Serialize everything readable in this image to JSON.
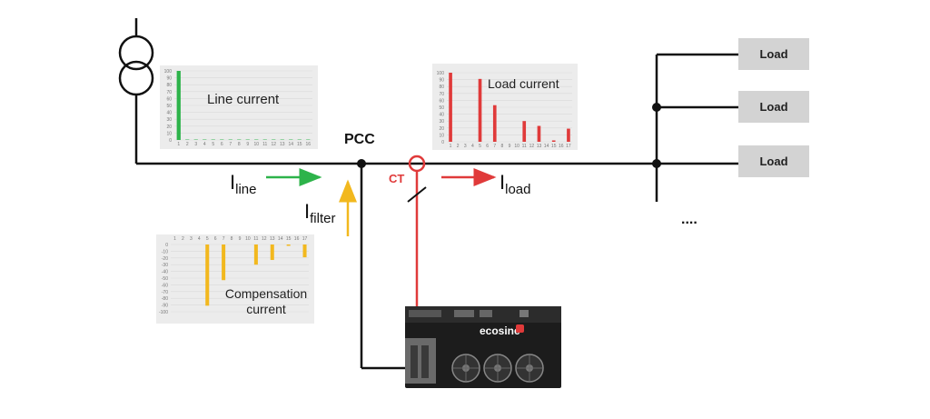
{
  "labels": {
    "pcc": "PCC",
    "ct": "CT",
    "i_line_main": "I",
    "i_line_sub": "line",
    "i_filter_main": "I",
    "i_filter_sub": "filter",
    "i_load_main": "I",
    "i_load_sub": "load",
    "ellipsis": "....",
    "device_brand": "ecosine"
  },
  "loads": [
    "Load",
    "Load",
    "Load"
  ],
  "colors": {
    "line_current": "#2db34a",
    "load_current": "#e03a3a",
    "compensation_current": "#f2b81e",
    "panel_bg": "#ececec",
    "load_box": "#d3d3d3",
    "wire": "#111111",
    "device": "#1c1c1c"
  },
  "chart_data": [
    {
      "type": "bar",
      "title": "Line current",
      "categories": [
        "1",
        "2",
        "3",
        "4",
        "5",
        "6",
        "7",
        "8",
        "9",
        "10",
        "11",
        "12",
        "13",
        "14",
        "15",
        "16"
      ],
      "values": [
        100,
        0.6,
        0.6,
        0.6,
        0.6,
        0.6,
        0.6,
        0.6,
        0.6,
        0.6,
        0.6,
        0.6,
        0.6,
        0.6,
        0.6,
        0.6
      ],
      "yticks": [
        "0",
        "10",
        "20",
        "30",
        "40",
        "50",
        "60",
        "70",
        "80",
        "90",
        "100"
      ],
      "ylim": [
        0,
        100
      ]
    },
    {
      "type": "bar",
      "title": "Load current",
      "categories": [
        "1",
        "2",
        "3",
        "4",
        "5",
        "6",
        "7",
        "8",
        "9",
        "10",
        "11",
        "12",
        "13",
        "14",
        "15",
        "16",
        "17"
      ],
      "values": [
        100,
        0,
        0,
        0,
        91,
        0,
        53,
        0,
        0,
        0,
        30,
        0,
        23,
        0,
        2,
        0,
        19
      ],
      "yticks": [
        "0",
        "10",
        "20",
        "30",
        "40",
        "50",
        "60",
        "70",
        "80",
        "90",
        "100"
      ],
      "ylim": [
        0,
        100
      ]
    },
    {
      "type": "bar",
      "title": "Compensation current",
      "categories": [
        "1",
        "2",
        "3",
        "4",
        "5",
        "6",
        "7",
        "8",
        "9",
        "10",
        "11",
        "12",
        "13",
        "14",
        "15",
        "16",
        "17"
      ],
      "values": [
        0,
        0,
        0,
        0,
        -91,
        0,
        -53,
        0,
        0,
        0,
        -30,
        0,
        -23,
        0,
        -2,
        0,
        -19
      ],
      "yticks": [
        "0",
        "-10",
        "-20",
        "-30",
        "-40",
        "-50",
        "-60",
        "-70",
        "-80",
        "-90",
        "-100"
      ],
      "ylim": [
        -100,
        0
      ]
    }
  ]
}
